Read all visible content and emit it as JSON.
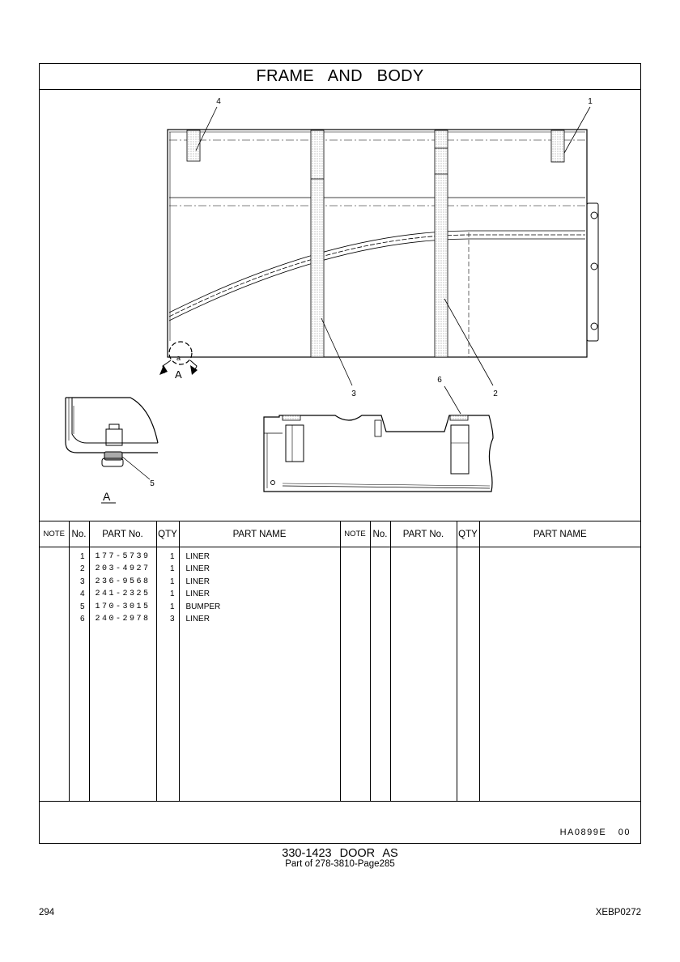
{
  "header": {
    "title": "FRAME AND BODY"
  },
  "drawing": {
    "callouts": [
      "1",
      "2",
      "3",
      "4",
      "5",
      "6"
    ],
    "view_label": "A",
    "detail_label": "A",
    "detail_mark": "a"
  },
  "table": {
    "headers": {
      "note": "NOTE",
      "no": "No.",
      "part_no": "PART No.",
      "qty": "QTY",
      "part_name": "PART NAME"
    },
    "rows": [
      {
        "no": "1",
        "part_no": "177-5739",
        "qty": "1",
        "name": "LINER"
      },
      {
        "no": "2",
        "part_no": "203-4927",
        "qty": "1",
        "name": "LINER"
      },
      {
        "no": "3",
        "part_no": "236-9568",
        "qty": "1",
        "name": "LINER"
      },
      {
        "no": "4",
        "part_no": "241-2325",
        "qty": "1",
        "name": "LINER"
      },
      {
        "no": "5",
        "part_no": "170-3015",
        "qty": "1",
        "name": "BUMPER"
      },
      {
        "no": "6",
        "part_no": "240-2978",
        "qty": "3",
        "name": "LINER"
      }
    ]
  },
  "footer": {
    "drawing_code": "HA0899E 00",
    "assembly": "330-1423 DOOR AS",
    "part_of": "Part of 278-3810-Page285",
    "page_number": "294",
    "document_code": "XEBP0272"
  }
}
